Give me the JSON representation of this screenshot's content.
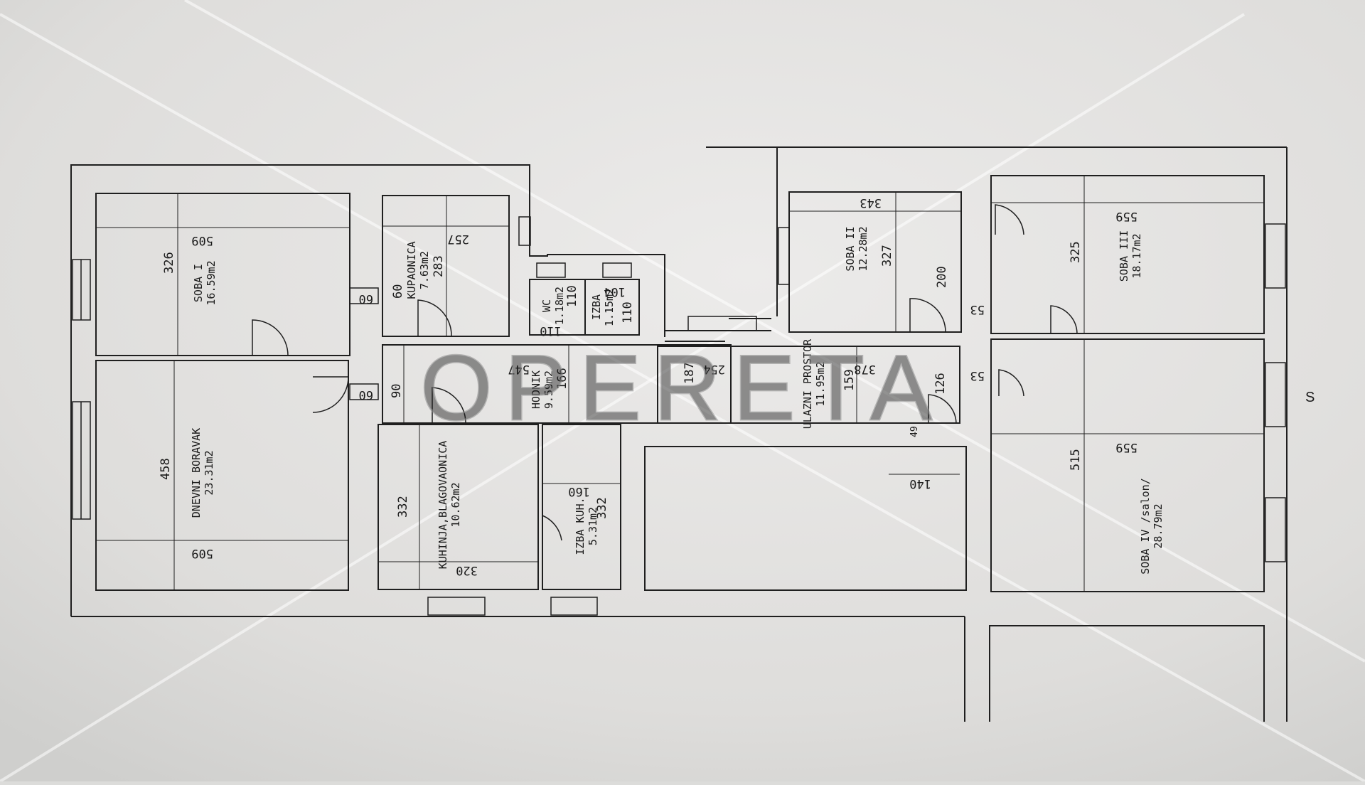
{
  "compass": "S",
  "watermark": "OPERETA",
  "rooms": [
    {
      "id": "soba-1",
      "name": "SOBA I",
      "area": "16.59m2"
    },
    {
      "id": "dnevni-boravak",
      "name": "DNEVNI BORAVAK",
      "area": "23.31m2"
    },
    {
      "id": "kupaonica",
      "name": "KUPAONICA",
      "area": "7.63m2"
    },
    {
      "id": "wc",
      "name": "WC",
      "area": "1.18m2"
    },
    {
      "id": "izba",
      "name": "IZBA",
      "area": "1.15m2"
    },
    {
      "id": "hodnik",
      "name": "HODNIK",
      "area": "9.59m2"
    },
    {
      "id": "kuhinja",
      "name": "KUHINJA,BLAGOVAONICA",
      "area": "10.62m2"
    },
    {
      "id": "izba-kuh",
      "name": "IZBA KUH.",
      "area": "5.31m2"
    },
    {
      "id": "soba-2",
      "name": "SOBA II",
      "area": "12.28m2"
    },
    {
      "id": "ulazni-prostor",
      "name": "ULAZNI PROSTOR",
      "area": "11.95m2"
    },
    {
      "id": "soba-3",
      "name": "SOBA III",
      "area": "18.17m2"
    },
    {
      "id": "soba-4",
      "name": "SOBA IV /salon/",
      "area": "28.79m2"
    }
  ],
  "dimensions": {
    "soba1_w": "509",
    "soba1_h": "326",
    "dnevni_w": "509",
    "dnevni_h": "458",
    "door1": "60",
    "door2": "60",
    "d60a": "60",
    "d90": "90",
    "kupa_w": "257",
    "kupa_h": "283",
    "wc_w": "110",
    "wc_h": "110",
    "izba_w": "104",
    "izba_h": "110",
    "hodnik_l": "547",
    "hodnik_w": "166",
    "kuhinja_w": "320",
    "kuhinja_h": "332",
    "izbakuh_w": "160",
    "izbakuh_h": "332",
    "h187": "187",
    "h254": "254",
    "soba2_w": "343",
    "soba2_h": "327",
    "d200": "200",
    "ulaz_l": "378",
    "ulaz_w": "159",
    "d126": "126",
    "d53a": "53",
    "d53b": "53",
    "d49": "49",
    "d140": "140",
    "soba3_w": "559",
    "soba3_h": "325",
    "soba4_w": "559",
    "soba4_h": "515"
  }
}
